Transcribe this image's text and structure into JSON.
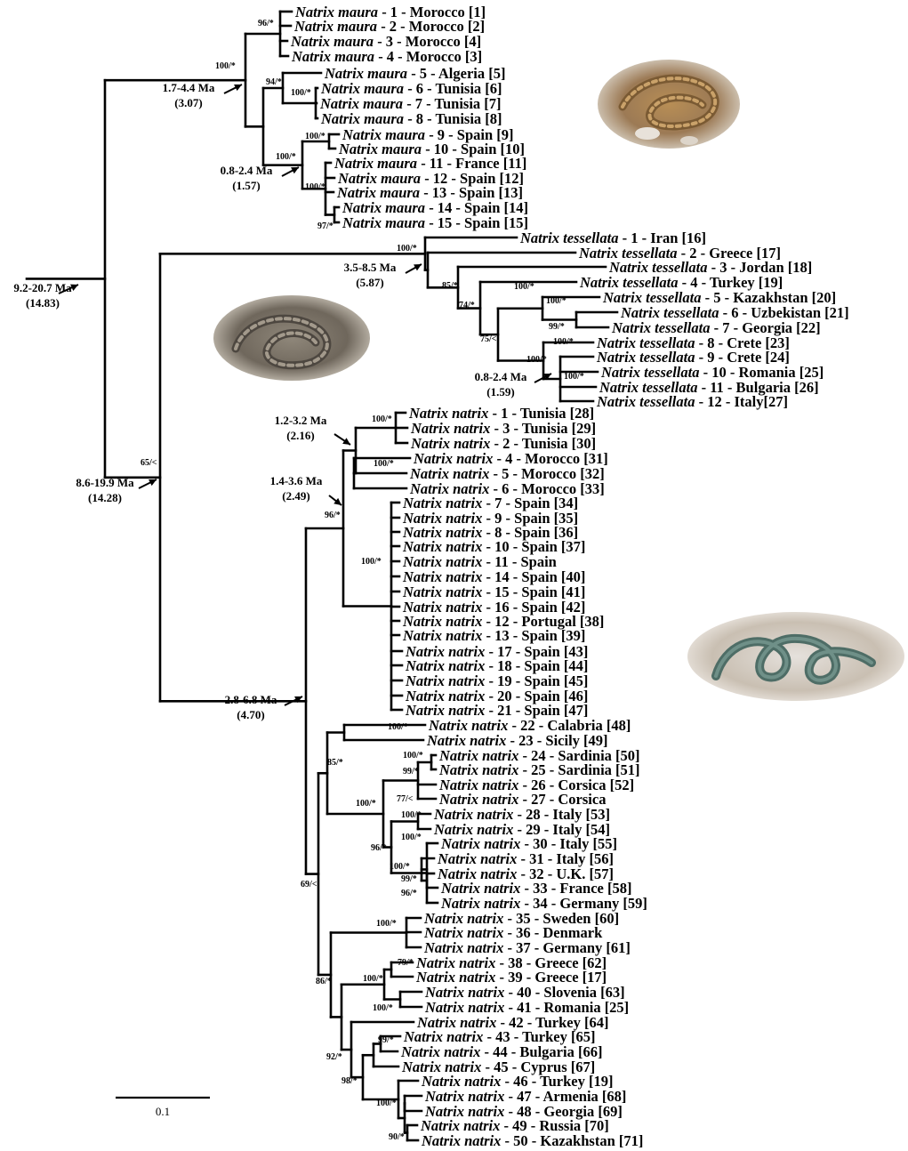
{
  "leaves": [
    {
      "species": "Natrix maura",
      "rest": " - 1 - Morocco [1]"
    },
    {
      "species": "Natrix maura",
      "rest": " - 2 - Morocco [2]"
    },
    {
      "species": "Natrix maura",
      "rest": " - 3 - Morocco [4]"
    },
    {
      "species": "Natrix maura",
      "rest": " - 4 - Morocco [3]"
    },
    {
      "species": "Natrix maura",
      "rest": " - 5 - Algeria [5]"
    },
    {
      "species": "Natrix maura",
      "rest": " - 6 - Tunisia [6]"
    },
    {
      "species": "Natrix maura",
      "rest": " - 7 - Tunisia [7]"
    },
    {
      "species": "Natrix maura",
      "rest": " - 8 - Tunisia [8]"
    },
    {
      "species": "Natrix maura",
      "rest": " - 9 - Spain [9]"
    },
    {
      "species": "Natrix maura",
      "rest": " - 10 - Spain [10]"
    },
    {
      "species": "Natrix maura",
      "rest": " - 11 - France [11]"
    },
    {
      "species": "Natrix maura",
      "rest": " - 12 - Spain [12]"
    },
    {
      "species": "Natrix maura",
      "rest": " - 13 - Spain [13]"
    },
    {
      "species": "Natrix maura",
      "rest": " - 14 - Spain [14]"
    },
    {
      "species": "Natrix maura",
      "rest": " - 15 - Spain [15]"
    },
    {
      "species": "Natrix tessellata",
      "rest": " - 1 - Iran [16]"
    },
    {
      "species": "Natrix tessellata",
      "rest": " - 2 - Greece [17]"
    },
    {
      "species": "Natrix tessellata",
      "rest": " - 3 - Jordan [18]"
    },
    {
      "species": "Natrix tessellata",
      "rest": " - 4 - Turkey [19]"
    },
    {
      "species": "Natrix tessellata",
      "rest": " - 5 - Kazakhstan [20]"
    },
    {
      "species": "Natrix tessellata",
      "rest": " - 6 - Uzbekistan [21]"
    },
    {
      "species": "Natrix tessellata",
      "rest": " - 7 - Georgia [22]"
    },
    {
      "species": "Natrix tessellata",
      "rest": " - 8 - Crete [23]"
    },
    {
      "species": "Natrix tessellata",
      "rest": " - 9 - Crete [24]"
    },
    {
      "species": "Natrix tessellata",
      "rest": " - 10 - Romania [25]"
    },
    {
      "species": "Natrix tessellata",
      "rest": " - 11 - Bulgaria [26]"
    },
    {
      "species": "Natrix tessellata",
      "rest": " - 12 - Italy[27]"
    },
    {
      "species": "Natrix natrix",
      "rest": " - 1 - Tunisia [28]"
    },
    {
      "species": "Natrix natrix",
      "rest": " - 3 - Tunisia [29]"
    },
    {
      "species": "Natrix natrix",
      "rest": " - 2 - Tunisia [30]"
    },
    {
      "species": "Natrix natrix",
      "rest": " - 4 - Morocco [31]"
    },
    {
      "species": "Natrix natrix",
      "rest": " - 5 - Morocco [32]"
    },
    {
      "species": "Natrix natrix",
      "rest": " - 6 - Morocco [33]"
    },
    {
      "species": "Natrix natrix",
      "rest": " - 7 - Spain [34]"
    },
    {
      "species": "Natrix natrix",
      "rest": " - 9 - Spain [35]"
    },
    {
      "species": "Natrix natrix",
      "rest": " - 8 - Spain [36]"
    },
    {
      "species": "Natrix natrix",
      "rest": " - 10 - Spain [37]"
    },
    {
      "species": "Natrix natrix",
      "rest": " - 11 - Spain"
    },
    {
      "species": "Natrix natrix",
      "rest": " - 14 - Spain [40]"
    },
    {
      "species": "Natrix natrix",
      "rest": " - 15 - Spain [41]"
    },
    {
      "species": "Natrix natrix",
      "rest": " - 16 - Spain [42]"
    },
    {
      "species": "Natrix natrix",
      "rest": " - 12 - Portugal [38]"
    },
    {
      "species": "Natrix natrix",
      "rest": " - 13 - Spain [39]"
    },
    {
      "species": "Natrix natrix",
      "rest": " - 17 - Spain [43]"
    },
    {
      "species": "Natrix natrix",
      "rest": " - 18 - Spain [44]"
    },
    {
      "species": "Natrix natrix",
      "rest": " - 19 - Spain [45]"
    },
    {
      "species": "Natrix natrix",
      "rest": " - 20 - Spain [46]"
    },
    {
      "species": "Natrix natrix",
      "rest": " - 21 - Spain [47]"
    },
    {
      "species": "Natrix natrix",
      "rest": " - 22 - Calabria [48]"
    },
    {
      "species": "Natrix natrix",
      "rest": " - 23 - Sicily [49]"
    },
    {
      "species": "Natrix natrix",
      "rest": " - 24 - Sardinia [50]"
    },
    {
      "species": "Natrix natrix",
      "rest": " - 25 - Sardinia [51]"
    },
    {
      "species": "Natrix natrix",
      "rest": " - 26 - Corsica [52]"
    },
    {
      "species": "Natrix natrix",
      "rest": " - 27 - Corsica"
    },
    {
      "species": "Natrix natrix",
      "rest": " - 28 - Italy [53]"
    },
    {
      "species": "Natrix natrix",
      "rest": " - 29 - Italy [54]"
    },
    {
      "species": "Natrix natrix",
      "rest": " - 30 - Italy [55]"
    },
    {
      "species": "Natrix natrix",
      "rest": " - 31 - Italy [56]"
    },
    {
      "species": "Natrix natrix",
      "rest": " - 32 - U.K. [57]"
    },
    {
      "species": "Natrix natrix",
      "rest": " - 33 - France [58]"
    },
    {
      "species": "Natrix natrix",
      "rest": " - 34 - Germany [59]"
    },
    {
      "species": "Natrix natrix",
      "rest": " - 35 - Sweden [60]"
    },
    {
      "species": "Natrix natrix",
      "rest": " - 36 - Denmark"
    },
    {
      "species": "Natrix natrix",
      "rest": " - 37 - Germany [61]"
    },
    {
      "species": "Natrix natrix",
      "rest": " - 38 - Greece [62]"
    },
    {
      "species": "Natrix natrix",
      "rest": " - 39 - Greece [17]"
    },
    {
      "species": "Natrix natrix",
      "rest": " - 40 - Slovenia [63]"
    },
    {
      "species": "Natrix natrix",
      "rest": " - 41 - Romania [25]"
    },
    {
      "species": "Natrix natrix",
      "rest": " - 42 - Turkey [64]"
    },
    {
      "species": "Natrix natrix",
      "rest": " - 43 - Turkey [65]"
    },
    {
      "species": "Natrix natrix",
      "rest": " - 44 - Bulgaria [66]"
    },
    {
      "species": "Natrix natrix",
      "rest": " - 45 - Cyprus [67]"
    },
    {
      "species": "Natrix natrix",
      "rest": " - 46 - Turkey [19]"
    },
    {
      "species": "Natrix natrix",
      "rest": " - 47 - Armenia [68]"
    },
    {
      "species": "Natrix natrix",
      "rest": " - 48 - Georgia [69]"
    },
    {
      "species": "Natrix natrix",
      "rest": " - 49 - Russia [70]"
    },
    {
      "species": "Natrix natrix",
      "rest": " - 50 - Kazakhstan [71]"
    }
  ],
  "supports": [
    "96/*",
    "100/*",
    "94/*",
    "100/*",
    "100/*",
    "100/*",
    "100/*",
    "97/*",
    "100/*",
    "85/*",
    "74/*",
    "75/<",
    "100/*",
    "100/*",
    "99/*",
    "100/*",
    "100/*",
    "100/*",
    "65/<",
    "100/*",
    "100/*",
    "96/*",
    "100/*",
    "100/*",
    "100/*",
    "99/*",
    "100/*",
    "85/*",
    "77/<",
    "100/*",
    "100/*",
    "96/*",
    "100/*",
    "99/*",
    "96/*",
    "69/<",
    "100/*",
    "79/*",
    "100/*",
    "100/*",
    "86/*",
    "99/*",
    "92/*",
    "98/*",
    "100/*",
    "90/*"
  ],
  "dates": {
    "root": {
      "range": "9.2-20.7 Ma",
      "mean": "(14.83)"
    },
    "maura": {
      "range": "1.7-4.4 Ma",
      "mean": "(3.07)"
    },
    "maura_iberian": {
      "range": "0.8-2.4 Ma",
      "mean": "(1.57)"
    },
    "tessellata": {
      "range": "3.5-8.5 Ma",
      "mean": "(5.87)"
    },
    "tessellata_inner": {
      "range": "0.8-2.4 Ma",
      "mean": "(1.59)"
    },
    "tess_natrix": {
      "range": "8.6-19.9 Ma",
      "mean": "(14.28)"
    },
    "natrix_tunisia": {
      "range": "1.2-3.2 Ma",
      "mean": "(2.16)"
    },
    "natrix_iberia": {
      "range": "1.4-3.6 Ma",
      "mean": "(2.49)"
    },
    "natrix": {
      "range": "2.8-6.8 Ma",
      "mean": "(4.70)"
    }
  },
  "scale_bar": {
    "label": "0.1"
  }
}
